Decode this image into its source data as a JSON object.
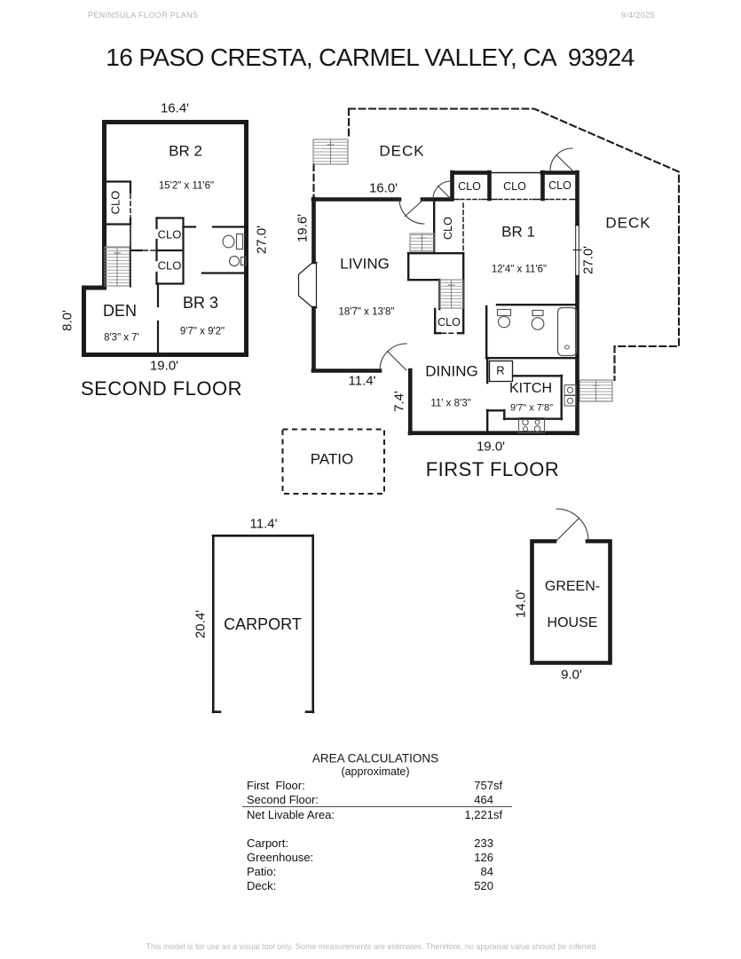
{
  "header": {
    "brand": "PENINSULA FLOOR PLANS",
    "date": "9/4/2025"
  },
  "title": "16 PASO CRESTA, CARMEL VALLEY, CA  93924",
  "second_floor": {
    "title": "SECOND FLOOR",
    "dims": {
      "top": "16.4'",
      "bottom": "19.0'",
      "left": "8.0'",
      "right": "27.0'"
    },
    "rooms": {
      "br2": {
        "label": "BR 2",
        "size": "15'2\" x 11'6\""
      },
      "den": {
        "label": "DEN",
        "size": "8'3\" x 7'"
      },
      "br3": {
        "label": "BR 3",
        "size": "9'7\" x 9'2\""
      }
    },
    "closets": {
      "left": "CLO",
      "mid_upper": "CLO",
      "mid_lower": "CLO"
    }
  },
  "first_floor": {
    "title": "FIRST FLOOR",
    "dims": {
      "top": "16.0'",
      "upper_left": "19.6'",
      "lower_left": "11.4'",
      "dining_left": "7.4'",
      "bottom": "19.0'",
      "right": "27.0'"
    },
    "rooms": {
      "living": {
        "label": "LIVING",
        "size": "18'7\" x 13'8\""
      },
      "br1": {
        "label": "BR 1",
        "size": "12'4\" x 11'6\""
      },
      "dining": {
        "label": "DINING",
        "size": "11' x 8'3\""
      },
      "kitchen": {
        "label": "KITCH",
        "size": "9'7\" x 7'8\""
      },
      "deck_top": "DECK",
      "deck_right": "DECK",
      "refrigerator": "R"
    },
    "closets": {
      "top_1": "CLO",
      "top_2": "CLO",
      "top_3": "CLO",
      "hall": "CLO",
      "stair": "CLO"
    }
  },
  "patio": {
    "label": "PATIO"
  },
  "carport": {
    "label": "CARPORT",
    "dims": {
      "top": "11.4'",
      "left": "20.4'"
    }
  },
  "greenhouse": {
    "line1": "GREEN-",
    "line2": "HOUSE",
    "dims": {
      "left": "14.0'",
      "bottom": "9.0'"
    }
  },
  "area_calculations": {
    "title": "AREA CALCULATIONS",
    "subtitle": "(approximate)",
    "rows": [
      {
        "label": "First  Floor:",
        "value": "757",
        "suffix": "sf"
      },
      {
        "label": "Second Floor:",
        "value": "464",
        "suffix": ""
      },
      {
        "label": "Net Livable Area:",
        "value": "1,221",
        "suffix": "sf"
      },
      {
        "label": "Carport:",
        "value": "233",
        "suffix": ""
      },
      {
        "label": "Greenhouse:",
        "value": "126",
        "suffix": ""
      },
      {
        "label": "Patio:",
        "value": "84",
        "suffix": ""
      },
      {
        "label": "Deck:",
        "value": "520",
        "suffix": ""
      }
    ]
  },
  "footer": "This model is for use as a visual tool only. Some measurements are estimates. Therefore, no appraisal value should be inferred"
}
